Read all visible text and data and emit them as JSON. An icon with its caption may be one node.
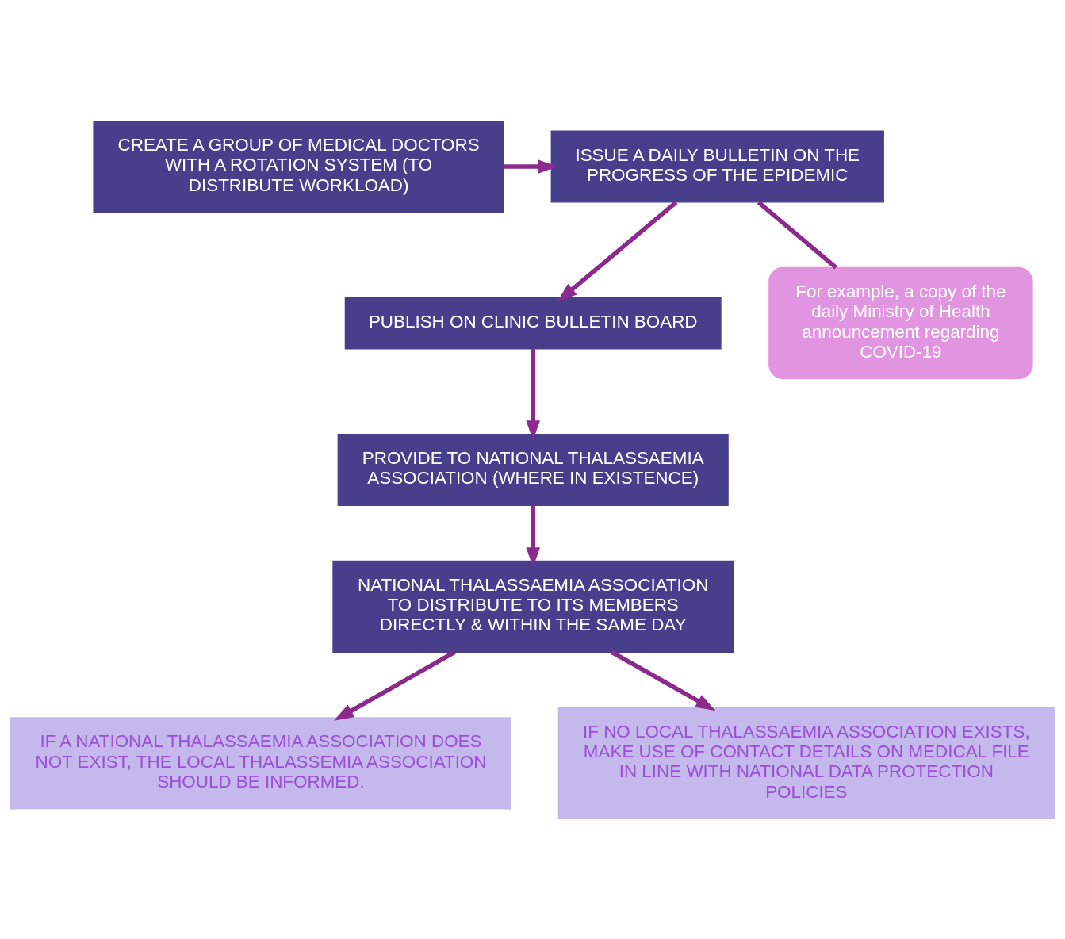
{
  "diagram": {
    "nodes": [
      {
        "text": [
          "CREATE A GROUP OF MEDICAL DOCTORS WITH A ROTATION SYSTEM (TO DISTRIBUTE WORKLOAD)"
        ]
      },
      {
        "text": [
          "ISSUE A DAILY BULLETIN ON THE PROGRESS OF THE EPIDEMIC"
        ]
      },
      {
        "text": [
          "For example, a copy of the daily Ministry of Health announcement regarding COVID-19"
        ]
      },
      {
        "text": [
          "PUBLISH ON CLINIC BULLETIN BOARD"
        ]
      },
      {
        "text": [
          "PROVIDE TO NATIONAL THALASSAEMIA ASSOCIATION (WHERE IN EXISTENCE)"
        ]
      },
      {
        "text": [
          "NATIONAL THALASSAEMIA ASSOCIATION TO DISTRIBUTE TO ITS MEMBERS DIRECTLY & WITHIN THE SAME DAY"
        ]
      },
      {
        "text": [
          "IF A NATIONAL THALASSAEMIA ASSOCIATION DOES NOT EXIST, THE LOCAL THALASSEMIA ASSOCIATION SHOULD BE INFORMED."
        ]
      },
      {
        "text": [
          "IF NO LOCAL THALASSAEMIA ASSOCIATION EXISTS, MAKE USE OF CONTACT DETAILS ON MEDICAL FILE IN LINE WITH NATIONAL DATA PROTECTION POLICIES"
        ]
      }
    ],
    "edges": [
      {
        "from": 0,
        "to": 1,
        "arrow": "to"
      },
      {
        "from": 2,
        "to": 1,
        "arrow": "none"
      },
      {
        "from": 1,
        "to": 3,
        "arrow": "to"
      },
      {
        "from": 3,
        "to": 4,
        "arrow": "to"
      },
      {
        "from": 4,
        "to": 5,
        "arrow": "to"
      },
      {
        "from": 5,
        "to": 6,
        "arrow": "to"
      },
      {
        "from": 5,
        "to": 7,
        "arrow": "to"
      }
    ]
  }
}
